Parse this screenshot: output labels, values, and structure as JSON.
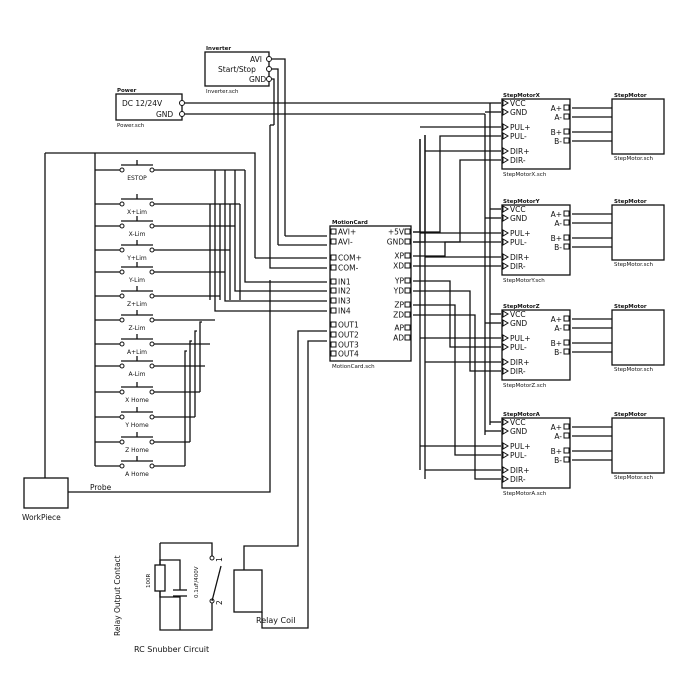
{
  "power": {
    "title": "Power",
    "pins": [
      "DC 12/24V",
      "GND"
    ],
    "sch": "Power.sch"
  },
  "inverter": {
    "title": "Inverter",
    "pins": [
      "AVI",
      "Start/Stop",
      "GND"
    ],
    "sch": "Inverter.sch"
  },
  "motion_card": {
    "title": "MotionCard",
    "left_pins": [
      "AVI+",
      "AVI-",
      "COM+",
      "COM-",
      "IN1",
      "IN2",
      "IN3",
      "IN4",
      "OUT1",
      "OUT2",
      "OUT3",
      "OUT4"
    ],
    "right_pins": [
      "+5V",
      "GND",
      "XP",
      "XD",
      "YP",
      "YD",
      "ZP",
      "ZD",
      "AP",
      "AD"
    ],
    "sch": "MotionCard.sch"
  },
  "drivers": [
    {
      "title": "StepMotorX",
      "sch": "StepMotorX.sch",
      "motor_title": "StepMotor",
      "motor_sch": "StepMotor.sch"
    },
    {
      "title": "StepMotorY",
      "sch": "StepMotorY.sch",
      "motor_title": "StepMotor",
      "motor_sch": "StepMotor.sch"
    },
    {
      "title": "StepMotorZ",
      "sch": "StepMotorZ.sch",
      "motor_title": "StepMotor",
      "motor_sch": "StepMotor.sch"
    },
    {
      "title": "StepMotorA",
      "sch": "StepMotorA.sch",
      "motor_title": "StepMotor",
      "motor_sch": "StepMotor.sch"
    }
  ],
  "driver_left_pins": [
    "VCC",
    "GND",
    "PUL+",
    "PUL-",
    "DIR+",
    "DIR-"
  ],
  "driver_right_pins": [
    "A+",
    "A-",
    "B+",
    "B-"
  ],
  "switches": [
    "ESTOP",
    "X+Lim",
    "X-Lim",
    "Y+Lim",
    "Y-Lim",
    "Z+Lim",
    "Z-Lim",
    "A+Lim",
    "A-Lim",
    "X Home",
    "Y Home",
    "Z Home",
    "A Home"
  ],
  "workpiece": "WorkPiece",
  "probe": "Probe",
  "relay_coil": "Relay Coil",
  "relay_contact": "Relay Output Contact",
  "rc_snubber": "RC Snubber Circuit",
  "resistor": "100R",
  "capacitor": "0.1uF/400V",
  "contact_nums": [
    "1",
    "2"
  ]
}
